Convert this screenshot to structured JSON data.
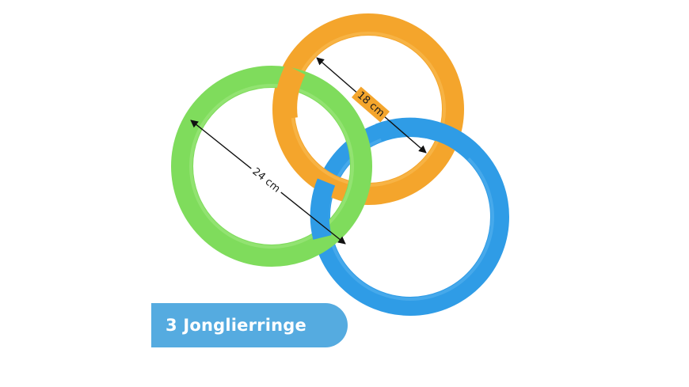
{
  "colors": {
    "background": "#ffffff",
    "ring_orange": "#f4a52c",
    "ring_green": "#7fdc5c",
    "ring_blue": "#2f9ce6",
    "badge": "#55abe0",
    "badge_text": "#ffffff",
    "arrow": "#111111"
  },
  "rings": [
    {
      "color_name": "orange"
    },
    {
      "color_name": "blue"
    },
    {
      "color_name": "green"
    }
  ],
  "measurements": {
    "small_ring_diameter": "18 cm",
    "large_ring_diameter": "24 cm"
  },
  "badge": {
    "label": "3 Jonglierringe"
  }
}
